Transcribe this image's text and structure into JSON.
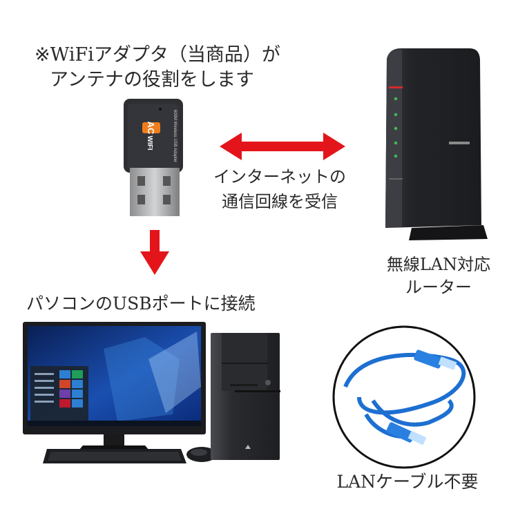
{
  "caption_top": {
    "line1": "※WiFiアダプタ（当商品）が",
    "line2": "アンテナの役割をします"
  },
  "caption_mid": {
    "line1": "インターネットの",
    "line2": "通信回線を受信"
  },
  "caption_router": {
    "line1": "無線LAN対応",
    "line2": "ルーター"
  },
  "caption_pc": "パソコンのUSBポートに接続",
  "caption_cable": "LANケーブル不要",
  "adapter_print": {
    "badge": "AC",
    "wifi": "WIFI",
    "model": "600M Wireless USB Adapter"
  },
  "colors": {
    "arrow": "#e4151a",
    "cable": "#1d6fd1",
    "router_body": "#26272b",
    "adapter_body": "#2e2f32",
    "badge_orange": "#f07d1c"
  }
}
